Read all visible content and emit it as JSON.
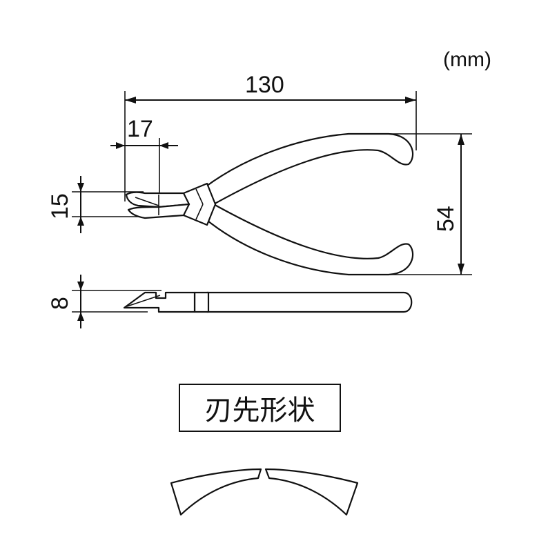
{
  "unit_label": "(mm)",
  "dimensions": {
    "overall_length": "130",
    "head_length": "17",
    "head_width": "15",
    "handle_span": "54",
    "thickness": "8"
  },
  "section_label": "刃先形状"
}
